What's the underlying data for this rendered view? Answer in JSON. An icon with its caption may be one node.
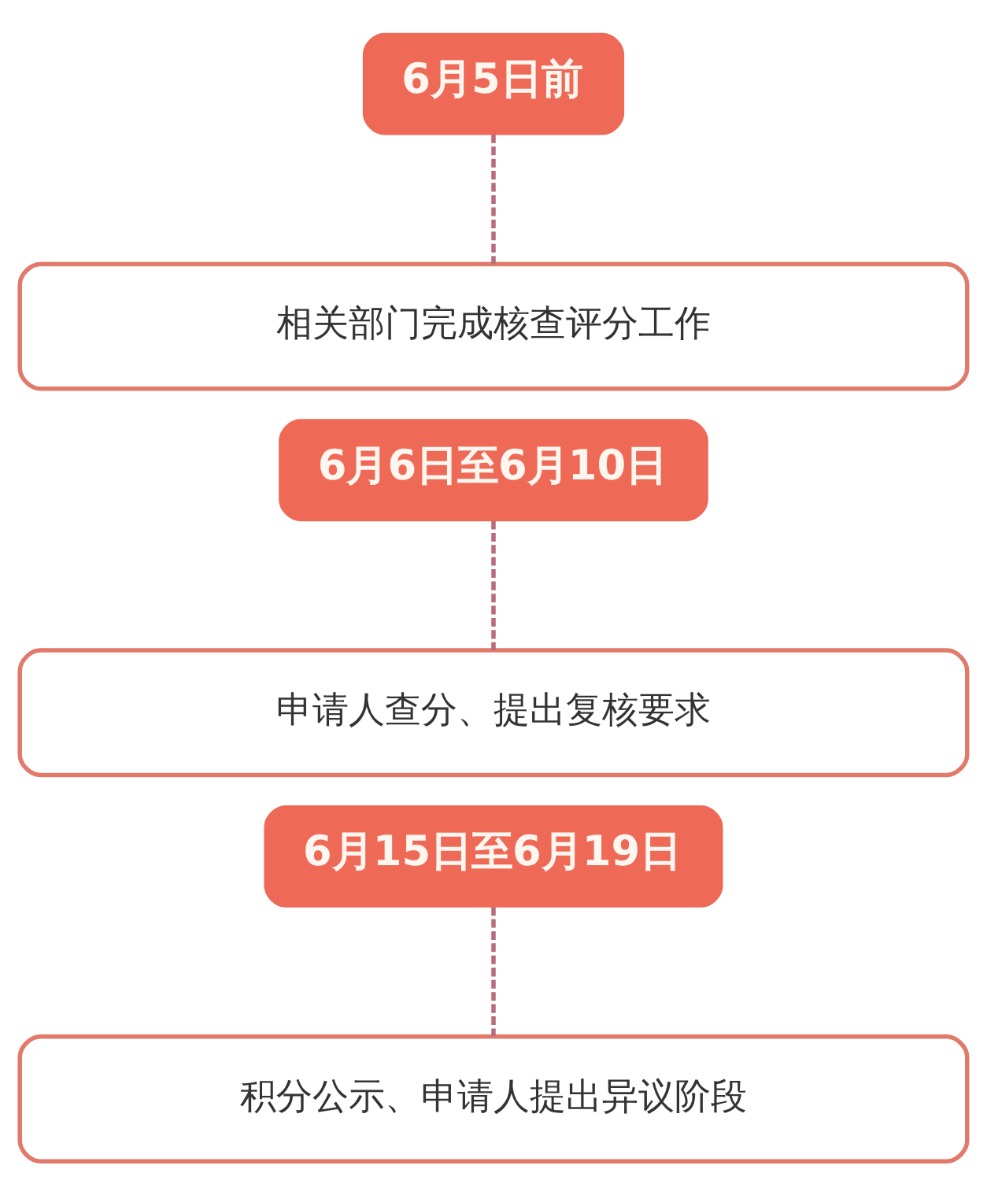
{
  "diagram": {
    "nodes": [
      {
        "text": [
          "6月5日前"
        ]
      },
      {
        "text": [
          "相关部门完成核查评分工作"
        ]
      },
      {
        "text": [
          "6月6日至6月10日"
        ]
      },
      {
        "text": [
          "申请人查分、提出复核要求"
        ]
      },
      {
        "text": [
          "6月15日至6月19日"
        ]
      },
      {
        "text": [
          "积分公示、申请人提出异议阶段"
        ]
      }
    ],
    "edges": [
      {
        "from": 0,
        "to": 1,
        "arrow": "none",
        "style": "dashed"
      },
      {
        "from": 2,
        "to": 3,
        "arrow": "none",
        "style": "dashed"
      },
      {
        "from": 4,
        "to": 5,
        "arrow": "none",
        "style": "dashed"
      }
    ]
  }
}
